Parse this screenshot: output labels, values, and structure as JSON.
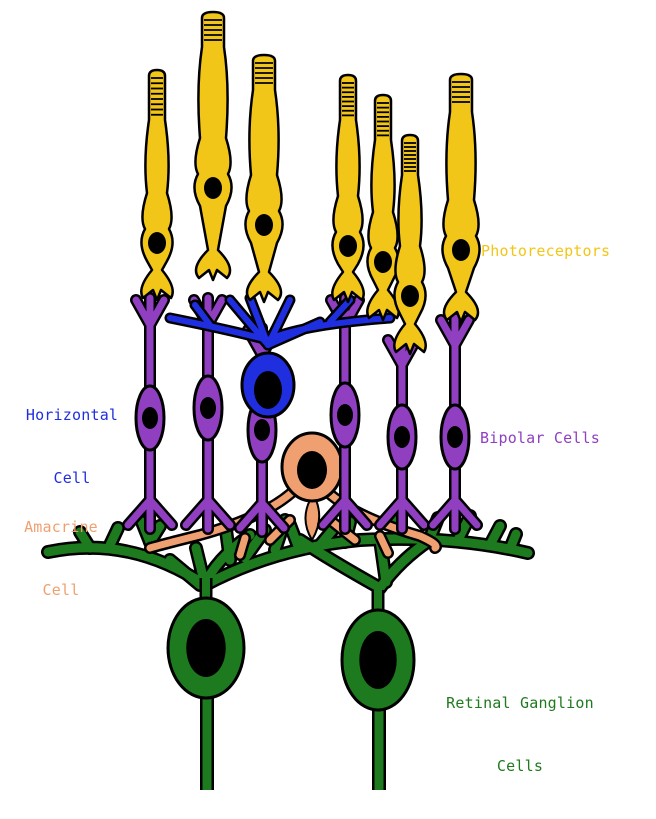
{
  "labels": {
    "photoreceptors": "Photoreceptors",
    "horizontal_line1": "Horizontal",
    "horizontal_line2": "Cell",
    "amacrine_line1": "Amacrine",
    "amacrine_line2": "Cell",
    "bipolar": "Bipolar Cells",
    "ganglion_line1": "Retinal Ganglion",
    "ganglion_line2": "Cells"
  },
  "colors": {
    "photoreceptor": "#f2c618",
    "bipolar": "#8f3fc0",
    "horizontal": "#1f2fe0",
    "amacrine": "#f0a070",
    "ganglion": "#1e7a1e",
    "nucleus": "#000000",
    "outline": "#000000"
  }
}
